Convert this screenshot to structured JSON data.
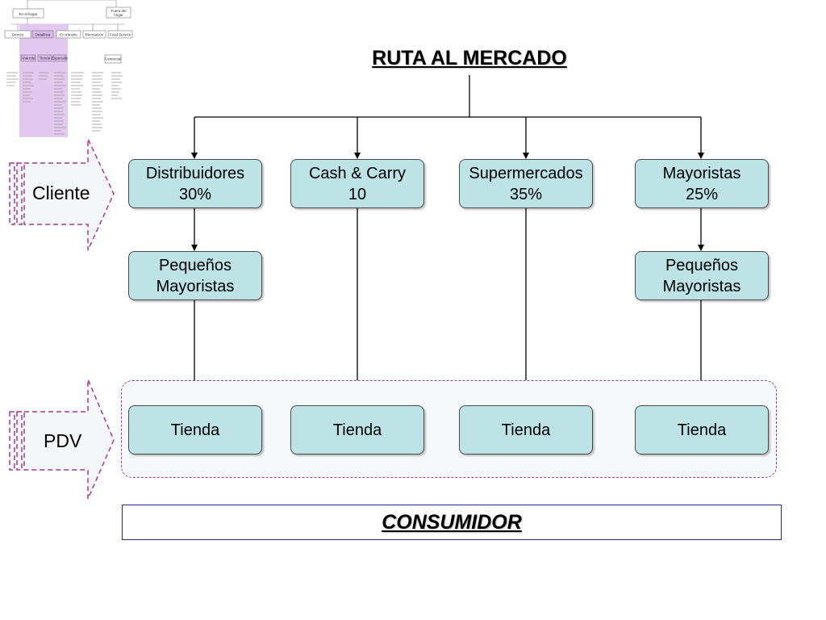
{
  "title": "RUTA AL MERCADO",
  "side_labels": {
    "client": "Cliente",
    "pos": "PDV"
  },
  "clients": [
    {
      "name": "Distribuidores",
      "value": "30%"
    },
    {
      "name": "Cash & Carry",
      "value": "10"
    },
    {
      "name": "Supermercados",
      "value": "35%"
    },
    {
      "name": "Mayoristas",
      "value": "25%"
    }
  ],
  "intermediaries": {
    "left": {
      "line1": "Pequeños",
      "line2": "Mayoristas"
    },
    "right": {
      "line1": "Pequeños",
      "line2": "Mayoristas"
    }
  },
  "stores": [
    "Tienda",
    "Tienda",
    "Tienda",
    "Tienda"
  ],
  "consumer": "CONSUMIDOR",
  "thumbnail": {
    "top_left": "En el hogar",
    "top_right_1": "Fuera del",
    "top_right_2": "hogar",
    "row": [
      "Directo",
      "Detallista",
      "En tránsito",
      "Recreación",
      "Food Service"
    ],
    "sub": [
      "Abarrote",
      "Tienda",
      "Especialis"
    ],
    "right_sub": "Comercial"
  }
}
